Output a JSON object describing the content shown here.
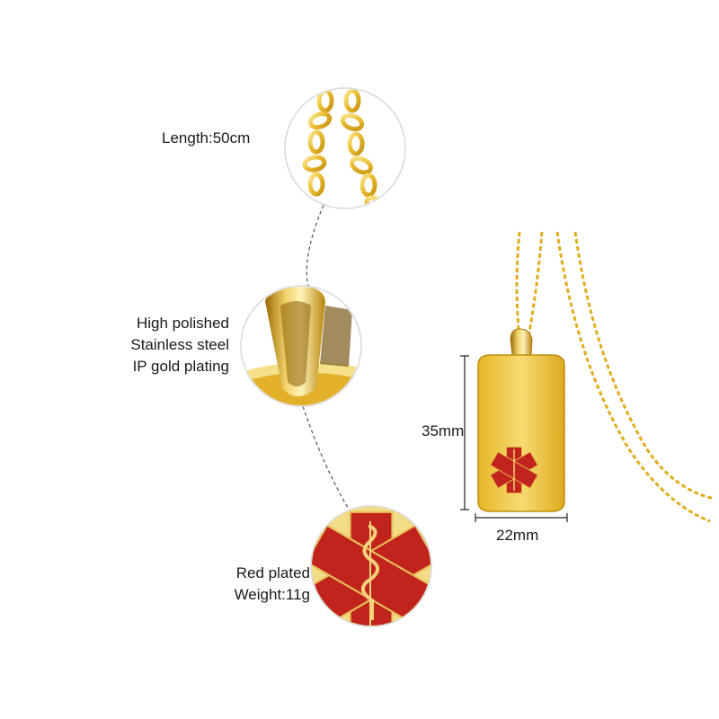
{
  "callouts": {
    "chain": {
      "length_label": "Length:50cm"
    },
    "bail": {
      "line1": "High polished",
      "line2": "Stainless steel",
      "line3": "IP gold plating"
    },
    "symbol": {
      "line1": "Red plated",
      "line2": "Weight:11g"
    }
  },
  "dimensions": {
    "height": "35mm",
    "width": "22mm"
  },
  "colors": {
    "gold": "#e6b21e",
    "gold_light": "#f6dc7a",
    "gold_dark": "#b9850c",
    "enamel_red": "#c1231d"
  },
  "icons": {
    "medical_symbol": "star-of-life-icon"
  }
}
